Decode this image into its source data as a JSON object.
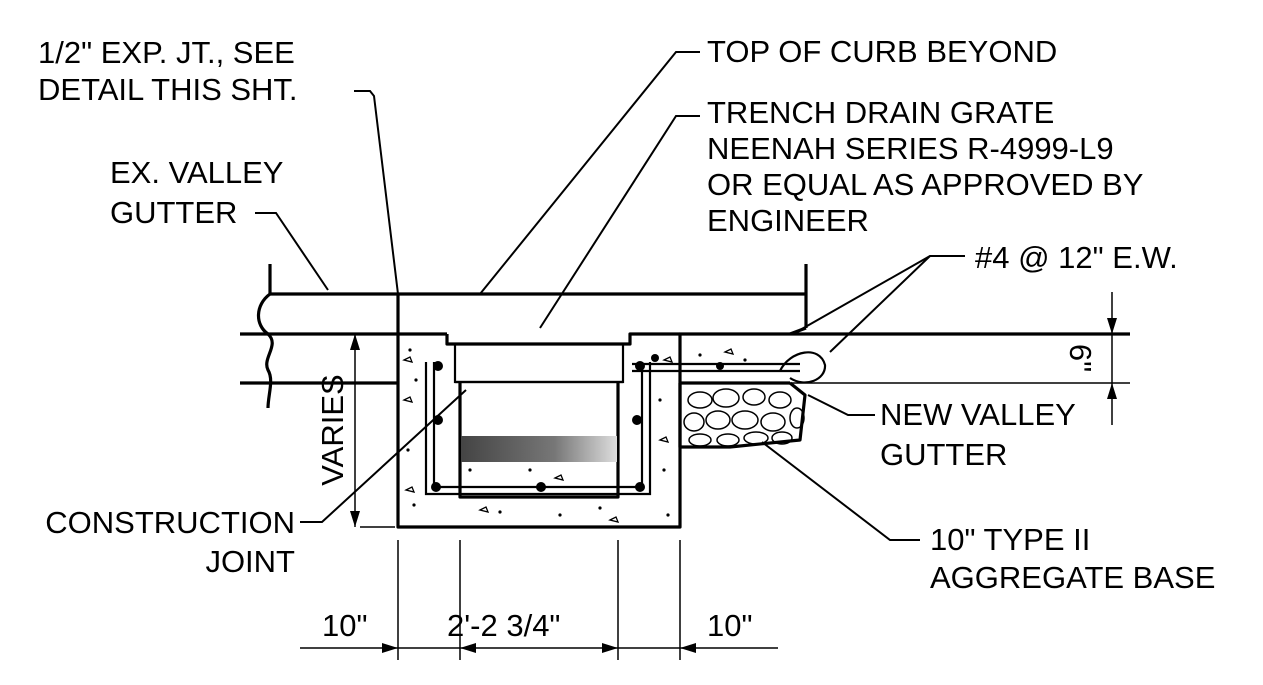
{
  "labels": {
    "exp_joint": [
      "1/2\" EXP. JT., SEE",
      "DETAIL THIS SHT."
    ],
    "top_of_curb": "TOP OF CURB BEYOND",
    "grate": [
      "TRENCH DRAIN GRATE",
      "NEENAH SERIES R-4999-L9",
      "OR EQUAL AS APPROVED BY",
      "ENGINEER"
    ],
    "ex_valley": [
      "EX. VALLEY",
      "GUTTER"
    ],
    "rebar": "#4 @ 12\" E.W.",
    "new_valley": [
      "NEW VALLEY",
      "GUTTER"
    ],
    "construction_joint": [
      "CONSTRUCTION",
      "JOINT"
    ],
    "aggregate": [
      "10\" TYPE II",
      "AGGREGATE BASE"
    ],
    "varies": "VARIES",
    "depth_dim": "6\""
  },
  "dimensions": {
    "left": "10\"",
    "middle": "2'-2 3/4\"",
    "right": "10\""
  }
}
